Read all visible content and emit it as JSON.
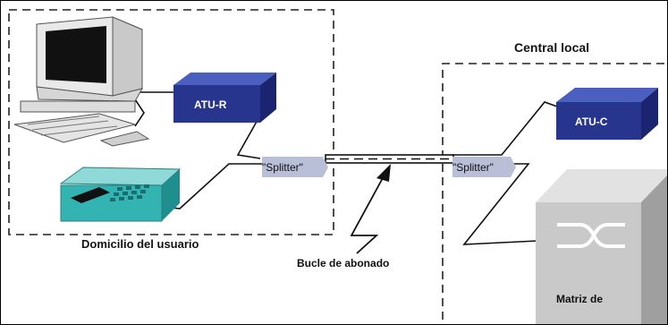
{
  "diagram": {
    "home": {
      "title": "Domicilio del usuario"
    },
    "central": {
      "title": "Central local"
    },
    "devices": {
      "atu_r": "ATU-R",
      "atu_c": "ATU-C",
      "splitter_left": "\"Splitter\"",
      "splitter_right": "\"Splitter\"",
      "switch_matrix": "Matriz de"
    },
    "loop": {
      "label": "Bucle de abonado"
    }
  },
  "colors": {
    "atu_box": "#27358f",
    "splitter": "#b9bfd6",
    "phone": "#34b3b3",
    "matrix": "#c9c9c9"
  }
}
